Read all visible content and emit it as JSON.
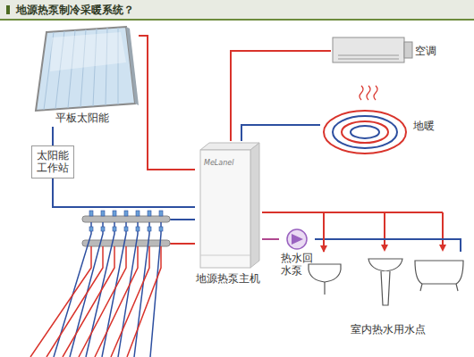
{
  "diagram": {
    "title": "地源热泵制冷采暖系统？",
    "nodes": [
      {
        "text": [
          "平板太阳能"
        ]
      },
      {
        "text": [
          "太阳能工作站"
        ]
      },
      {
        "text": [
          "MeLanel",
          "地源热泵主机"
        ]
      },
      {
        "text": [
          "空调"
        ]
      },
      {
        "text": [
          "地暖"
        ]
      },
      {
        "text": [
          "热水回水泵"
        ]
      },
      {
        "text": [
          "室内热水用水点"
        ]
      }
    ],
    "edges": [
      {
        "from": 0,
        "to": 1,
        "arrow": "none"
      },
      {
        "from": 0,
        "to": 2,
        "arrow": "none"
      },
      {
        "from": 1,
        "to": 2,
        "arrow": "none"
      },
      {
        "from": 2,
        "to": 3,
        "arrow": "none"
      },
      {
        "from": 2,
        "to": 4,
        "arrow": "none"
      },
      {
        "from": 2,
        "to": 5,
        "arrow": "none"
      },
      {
        "from": 5,
        "to": 6,
        "arrow": "none"
      },
      {
        "from": 2,
        "to": 6,
        "arrow": "to"
      }
    ]
  }
}
